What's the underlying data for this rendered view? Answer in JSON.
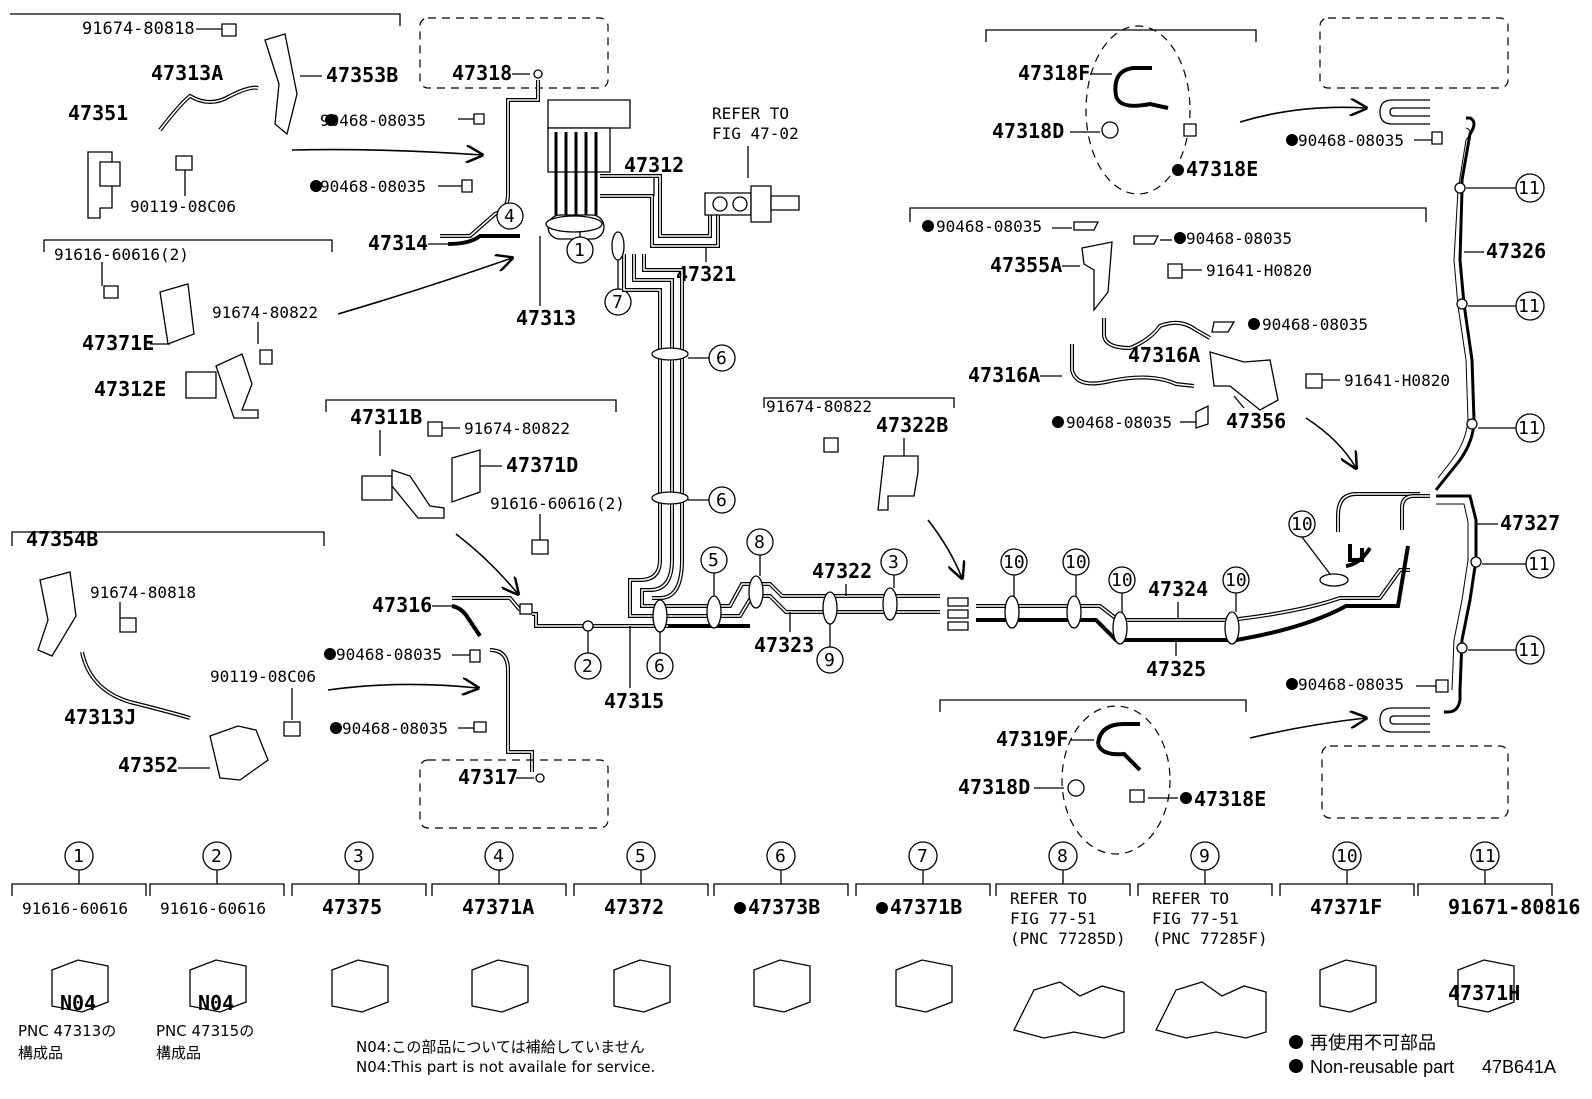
{
  "diagram_code": "47B641A",
  "parts": {
    "p91674_80818_top": "91674-80818",
    "p47353B": "47353B",
    "p47313A": "47313A",
    "p47351": "47351",
    "p90119_08C06_top": "90119-08C06",
    "p47318": "47318",
    "p90468_a": "90468-08035",
    "p90468_b": "90468-08035",
    "p47314": "47314",
    "p47312": "47312",
    "refer_fig_line1": "REFER TO",
    "refer_fig_line2": "FIG 47-02",
    "p47321": "47321",
    "p47313": "47313",
    "p91616_60616_2": "91616-60616(2)",
    "p91674_80822_a": "91674-80822",
    "p47371E": "47371E",
    "p47312E": "47312E",
    "p47311B": "47311B",
    "p91674_80822_b": "91674-80822",
    "p47371D": "47371D",
    "p91616_60616_2b": "91616-60616(2)",
    "p47354B": "47354B",
    "p91674_80818_b": "91674-80818",
    "p47313J": "47313J",
    "p90119_08C06_b": "90119-08C06",
    "p47352": "47352",
    "p47316": "47316",
    "p90468_c": "90468-08035",
    "p90468_d": "90468-08035",
    "p47317": "47317",
    "p47315": "47315",
    "p47323": "47323",
    "p47322": "47322",
    "p91674_80822_c": "91674-80822",
    "p47322B": "47322B",
    "p47324": "47324",
    "p47325": "47325",
    "p47318F": "47318F",
    "p47318D_top": "47318D",
    "p47318E_top": "47318E",
    "p90468_e": "90468-08035",
    "p90468_f": "90468-08035",
    "p90468_g": "90468-08035",
    "p47355A": "47355A",
    "p91641_H0820_a": "91641-H0820",
    "p90468_h": "90468-08035",
    "p47316A": "47316A",
    "p47316A_b": "47316A",
    "p91641_H0820_b": "91641-H0820",
    "p90468_i": "90468-08035",
    "p47356": "47356",
    "p47326": "47326",
    "p47327": "47327",
    "p90468_j": "90468-08035",
    "p47319F": "47319F",
    "p47318D_b": "47318D",
    "p47318E_b": "47318E"
  },
  "callouts": {
    "c1": "1",
    "c2": "2",
    "c3": "3",
    "c4": "4",
    "c5": "5",
    "c6": "6",
    "c7": "7",
    "c8": "8",
    "c9": "9",
    "c10": "10",
    "c11": "11"
  },
  "bottom_table": [
    {
      "num": "1",
      "part": "91616-60616",
      "sub": "N04",
      "note1": "PNC 47313の",
      "note2": "構成品"
    },
    {
      "num": "2",
      "part": "91616-60616",
      "sub": "N04",
      "note1": "PNC 47315の",
      "note2": "構成品"
    },
    {
      "num": "3",
      "part": "47375"
    },
    {
      "num": "4",
      "part": "47371A"
    },
    {
      "num": "5",
      "part": "47372"
    },
    {
      "num": "6",
      "part": "47373B"
    },
    {
      "num": "7",
      "part": "47371B"
    },
    {
      "num": "8",
      "part": "REFER TO",
      "line2": "FIG 77-51",
      "line3": "(PNC 77285D)"
    },
    {
      "num": "9",
      "part": "REFER TO",
      "line2": "FIG 77-51",
      "line3": "(PNC 77285F)"
    },
    {
      "num": "10",
      "part": "47371F"
    },
    {
      "num": "11",
      "part": "91671-80816",
      "sub": "47371H"
    }
  ],
  "notes": {
    "n04_jp": "N04:この部品については補給していません",
    "n04_en": "N04:This part is not availale for service."
  },
  "legend": {
    "jp": "再使用不可部品",
    "en": "Non-reusable part"
  }
}
